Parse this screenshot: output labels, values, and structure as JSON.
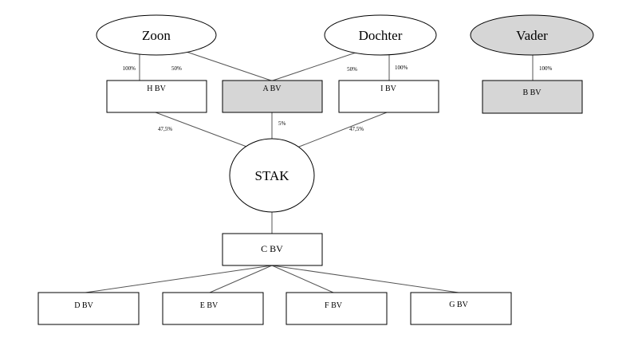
{
  "colors": {
    "white_fill": "#ffffff",
    "shaded_fill": "#d6d6d6",
    "stroke": "#000000",
    "line": "#555555"
  },
  "nodes": {
    "zoon": "Zoon",
    "dochter": "Dochter",
    "vader": "Vader",
    "h_bv": "H BV",
    "a_bv": "A BV",
    "i_bv": "I BV",
    "b_bv": "B BV",
    "stak": "STAK",
    "c_bv": "C BV",
    "d_bv": "D BV",
    "e_bv": "E BV",
    "f_bv": "F BV",
    "g_bv": "G BV"
  },
  "percentages": {
    "zoon_h": "100%",
    "zoon_a": "50%",
    "dochter_a": "50%",
    "dochter_i": "100%",
    "vader_b": "100%",
    "h_stak": "47,5%",
    "a_stak": "5%",
    "i_stak": "47,5%"
  }
}
